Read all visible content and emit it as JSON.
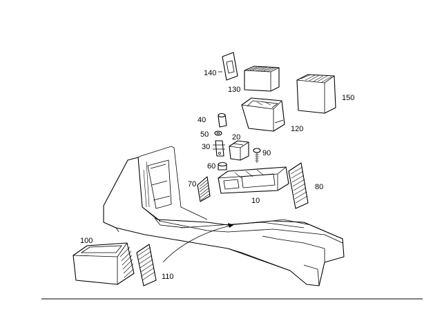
{
  "diagram": {
    "parts": [
      {
        "id": "p140",
        "label": "140"
      },
      {
        "id": "p130",
        "label": "130"
      },
      {
        "id": "p150",
        "label": "150"
      },
      {
        "id": "p40",
        "label": "40"
      },
      {
        "id": "p50",
        "label": "50"
      },
      {
        "id": "p20",
        "label": "20"
      },
      {
        "id": "p120",
        "label": "120"
      },
      {
        "id": "p30",
        "label": "30"
      },
      {
        "id": "p90",
        "label": "90"
      },
      {
        "id": "p60",
        "label": "60"
      },
      {
        "id": "p70",
        "label": "70"
      },
      {
        "id": "p80",
        "label": "80"
      },
      {
        "id": "p10",
        "label": "10"
      },
      {
        "id": "p100",
        "label": "100"
      },
      {
        "id": "p110",
        "label": "110"
      }
    ]
  },
  "colors": {
    "ink": "#000000",
    "paper": "#ffffff"
  }
}
